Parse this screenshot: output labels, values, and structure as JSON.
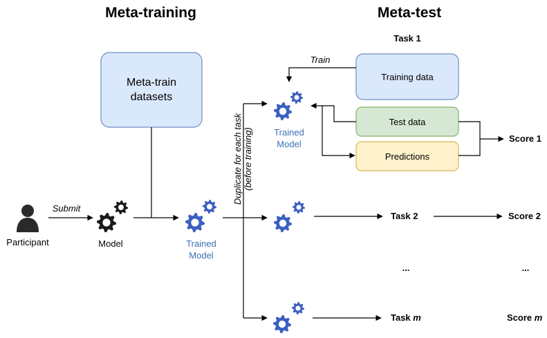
{
  "titles": {
    "meta_training": "Meta-training",
    "meta_test": "Meta-test"
  },
  "participant": {
    "label": "Participant",
    "submit": "Submit"
  },
  "model": {
    "label": "Model"
  },
  "meta_train_box": {
    "line1": "Meta-train",
    "line2": "datasets"
  },
  "trained_model_main": {
    "line1": "Trained",
    "line2": "Model"
  },
  "duplicate_note": {
    "line1": "Duplicate for each task",
    "line2": "(before training)"
  },
  "task1": {
    "header": "Task 1",
    "train_label": "Train",
    "trained_model_line1": "Trained",
    "trained_model_line2": "Model",
    "training_data": "Training data",
    "test_data": "Test data",
    "predictions": "Predictions",
    "score": "Score 1"
  },
  "task2": {
    "label": "Task 2",
    "score": "Score 2"
  },
  "ellipsis": {
    "task": "...",
    "score": "..."
  },
  "taskm": {
    "label": "Task ",
    "label_var": "m",
    "score": "Score ",
    "score_var": "m"
  },
  "colors": {
    "gear_blue": "#3b5fc0",
    "gear_black": "#1a1a1a",
    "meta_train_fill": "#dae8fc",
    "meta_train_stroke": "#6c8ebf",
    "training_fill": "#dae8fc",
    "training_stroke": "#6c8ebf",
    "test_fill": "#d5e8d4",
    "test_stroke": "#82b366",
    "pred_fill": "#fff2cc",
    "pred_stroke": "#d6b656",
    "trained_text": "#3a6fb0"
  }
}
